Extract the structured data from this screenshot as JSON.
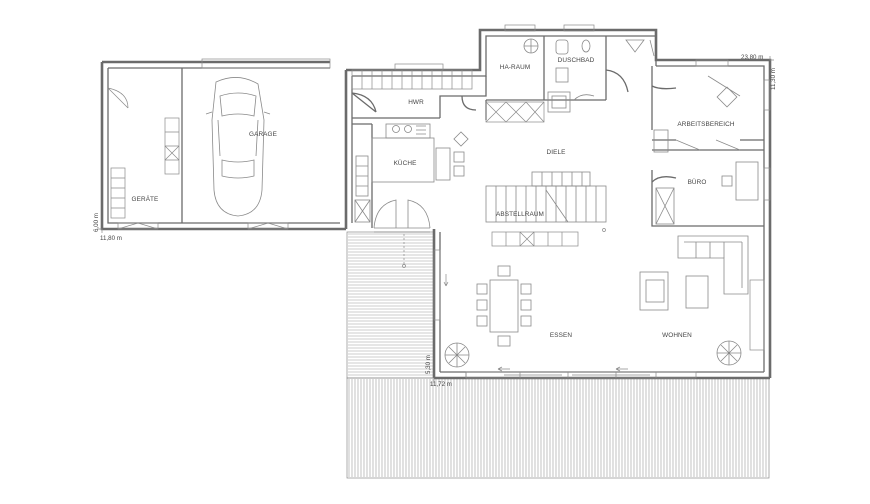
{
  "rooms": {
    "garage": "GARAGE",
    "geraete": "GERÄTE",
    "hwr": "HWR",
    "ha_raum": "HA-RAUM",
    "duschbad": "DUSCHBAD",
    "kueche": "KÜCHE",
    "diele": "DIELE",
    "abstellraum": "ABSTELLRAUM",
    "arbeitsbereich": "ARBEITSBEREICH",
    "buero": "BÜRO",
    "essen": "ESSEN",
    "wohnen": "WOHNEN"
  },
  "dimensions": {
    "width_main": "23,80 m",
    "depth_main": "11,30 m",
    "garage_depth": "6,00 m",
    "garage_width": "11,80 m",
    "terrace_depth": "5,30 m",
    "terrace_width": "11,72 m"
  }
}
